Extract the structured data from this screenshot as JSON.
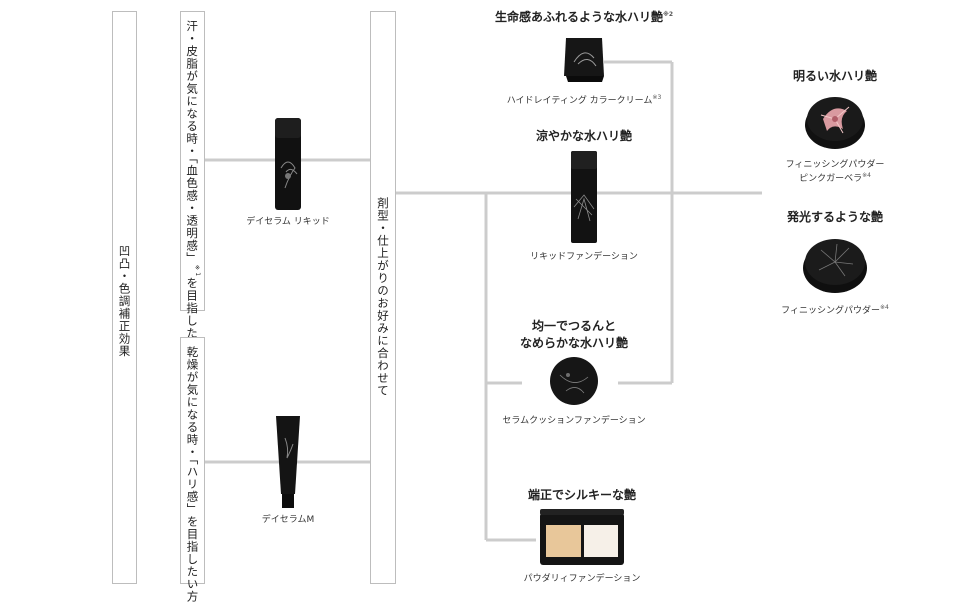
{
  "left_column": {
    "text": "凹凸・色調補正効果"
  },
  "condition_top": {
    "text": "汗・皮脂が気になる時・「血色感・透明感」",
    "note": "※1",
    "text_after": "を目指したい方"
  },
  "condition_bottom": {
    "text": "乾燥が気になる時・「ハリ感」を目指したい方"
  },
  "product_serum_liquid": {
    "label": "デイセラム リキッド"
  },
  "product_serum_m": {
    "label": "デイセラムM"
  },
  "center_column": {
    "text": "剤型・仕上がりのお好みに合わせて"
  },
  "branch_cream": {
    "title": "生命感あふれるような水ハリ艶",
    "title_note": "※2",
    "label": "ハイドレイティング カラークリーム",
    "label_note": "※3"
  },
  "branch_liquid": {
    "title": "涼やかな水ハリ艶",
    "label": "リキッドファンデーション"
  },
  "branch_cushion": {
    "title_line1": "均一でつるんと",
    "title_line2": "なめらかな水ハリ艶",
    "label": "セラムクッションファンデーション"
  },
  "branch_powder": {
    "title": "端正でシルキーな艶",
    "label": "パウダリィファンデーション"
  },
  "finish_pink": {
    "title": "明るい水ハリ艶",
    "label_line1": "フィニッシングパウダー",
    "label_line2": "ピンクガーベラ",
    "label_note": "※4"
  },
  "finish_glow": {
    "title": "発光するような艶",
    "label": "フィニッシングパウダー",
    "label_note": "※4"
  }
}
